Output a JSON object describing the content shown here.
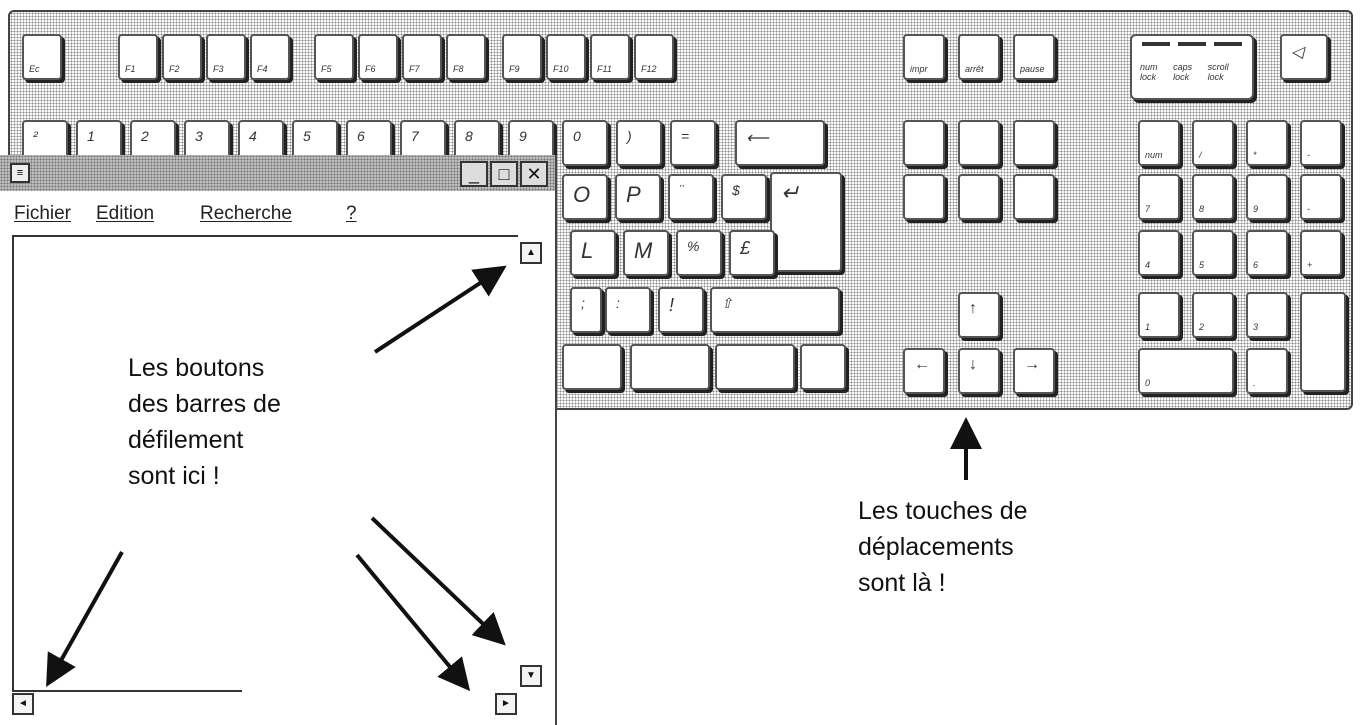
{
  "keyboard": {
    "function_keys": [
      "Ec",
      "F1",
      "F2",
      "F3",
      "F4",
      "F5",
      "F6",
      "F7",
      "F8",
      "F9",
      "F10",
      "F11",
      "F12"
    ],
    "nav_top": [
      "impr",
      "arrêt",
      "pause"
    ],
    "lock_labels": [
      "num lock",
      "caps lock",
      "scroll lock"
    ],
    "numrow": [
      "²",
      "1",
      "2",
      "3",
      "4",
      "5",
      "6",
      "7",
      "8",
      "9",
      "0",
      ")",
      "="
    ],
    "qrow_visible": [
      "O",
      "P",
      "¨",
      "$"
    ],
    "arow_visible": [
      "L",
      "M",
      "%",
      "£"
    ],
    "numpad_row2": [
      "num",
      "/",
      "*",
      "-"
    ],
    "numpad_row3": [
      "7",
      "8",
      "9",
      "-"
    ],
    "numpad_row4": [
      "4",
      "5",
      "6",
      "+"
    ],
    "numpad_row5": [
      "1",
      "2",
      "3"
    ],
    "numpad_row6": [
      "0",
      "."
    ],
    "zrow_visible": [
      ";",
      ":",
      "!"
    ]
  },
  "window": {
    "title": "",
    "sys_icon": "notepad-icon",
    "buttons": {
      "minimize": "_",
      "maximize": "□",
      "close": "✕"
    },
    "menu": [
      "Fichier",
      "Edition",
      "Recherche",
      "?"
    ],
    "scroll_up": "▲",
    "scroll_down": "▼",
    "scroll_left": "◄",
    "scroll_right": "►"
  },
  "callouts": {
    "scroll_text": [
      "Les boutons",
      "des barres de",
      "défilement",
      "sont ici !"
    ],
    "move_text": [
      "Les touches de",
      "déplacements",
      "sont là !"
    ]
  }
}
